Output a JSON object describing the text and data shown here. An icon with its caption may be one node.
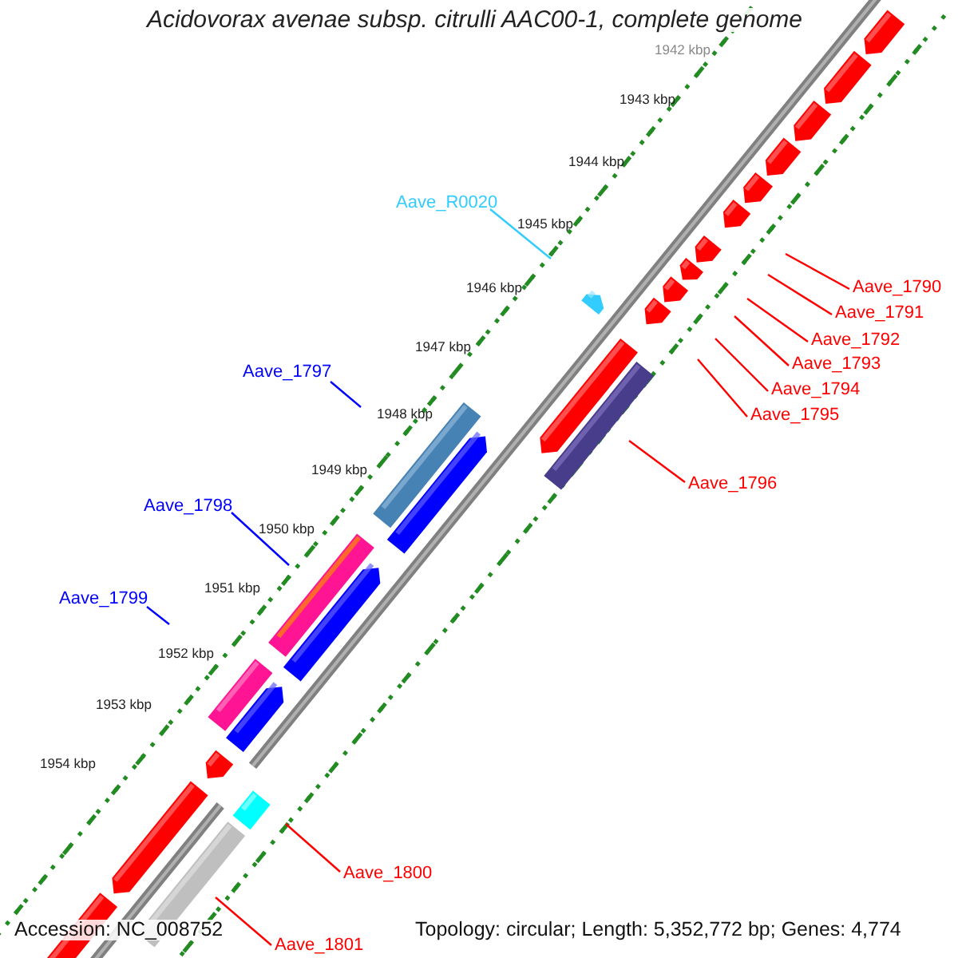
{
  "diagram": {
    "title": "Acidovorax avenae subsp. citrulli AAC00-1, complete genome",
    "nodes": [
      {
        "text": [
          "Aave_R0020"
        ]
      },
      {
        "text": [
          "Aave_1790"
        ]
      },
      {
        "text": [
          "Aave_1791"
        ]
      },
      {
        "text": [
          "Aave_1792"
        ]
      },
      {
        "text": [
          "Aave_1793"
        ]
      },
      {
        "text": [
          "Aave_1797"
        ]
      },
      {
        "text": [
          "Aave_1794"
        ]
      },
      {
        "text": [
          "Aave_1795"
        ]
      },
      {
        "text": [
          "Aave_1796"
        ]
      },
      {
        "text": [
          "Aave_1798"
        ]
      },
      {
        "text": [
          "Aave_1799"
        ]
      },
      {
        "text": [
          "Aave_1800"
        ]
      },
      {
        "text": [
          "Aave_1801"
        ]
      }
    ],
    "edges": [
      {
        "from": 0,
        "to": null,
        "arrow": "none",
        "color": "#33ccff"
      },
      {
        "from": 1,
        "to": null,
        "arrow": "none"
      },
      {
        "from": 2,
        "to": null,
        "arrow": "none"
      },
      {
        "from": 3,
        "to": null,
        "arrow": "none"
      },
      {
        "from": 4,
        "to": null,
        "arrow": "none"
      },
      {
        "from": 5,
        "to": null,
        "arrow": "none",
        "color": "#0000ff"
      },
      {
        "from": 6,
        "to": null,
        "arrow": "none"
      },
      {
        "from": 7,
        "to": null,
        "arrow": "none"
      },
      {
        "from": 8,
        "to": null,
        "arrow": "none"
      },
      {
        "from": 9,
        "to": null,
        "arrow": "none",
        "color": "#0000ff"
      },
      {
        "from": 10,
        "to": null,
        "arrow": "none",
        "color": "#0000ff"
      },
      {
        "from": 11,
        "to": null,
        "arrow": "none"
      },
      {
        "from": 12,
        "to": null,
        "arrow": "none"
      }
    ],
    "labels": [
      "1942 kbp",
      "1943 kbp",
      "1944 kbp",
      "1945 kbp",
      "1946 kbp",
      "1947 kbp",
      "1948 kbp",
      "1949 kbp",
      "1950 kbp",
      "1951 kbp",
      "1952 kbp",
      "1953 kbp",
      "1954 kbp",
      "Accession: NC_008752",
      "Topology: circular; Length: 5,352,772 bp; Genes: 4,774"
    ]
  }
}
